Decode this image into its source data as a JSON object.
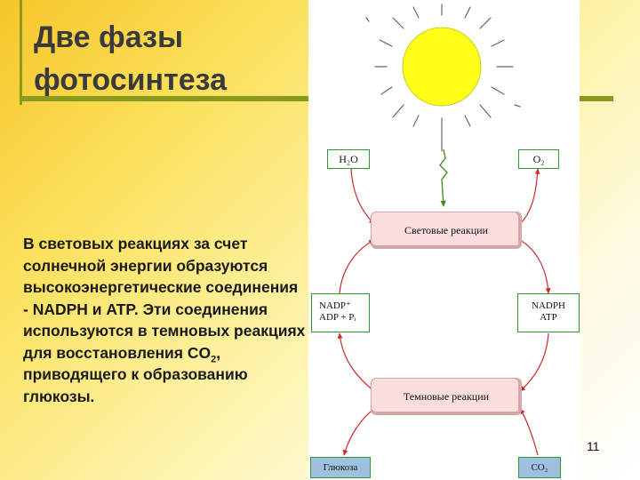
{
  "title": {
    "line1": "Две фазы",
    "line2": "фотосинтеза"
  },
  "body": {
    "text_pre": "В световых реакциях за счет солнечной энергии образуются высокоэнергетические соединения - NADPH и ATP. Эти соединения используются в темновых реакциях для восстановления CO",
    "co2_subscript": "2",
    "text_post": ", приводящего к образованию глюкозы."
  },
  "page_number": "11",
  "diagram": {
    "h2o": "H₂O",
    "o2": "O₂",
    "light_reactions": "Световые реакции",
    "nadp_adp_line1": "NADP⁺",
    "nadp_adp_line2": "ADP + Pᵢ",
    "nadph_atp_line1": "NADPH",
    "nadph_atp_line2": "ATP",
    "dark_reactions": "Темновые реакции",
    "glucose": "Глюкоза",
    "co2": "CO₂"
  },
  "colors": {
    "sun": "#ffff1a",
    "arrow": "#cc2a2a",
    "green_border": "#2e9a2e",
    "accent_line": "#8a9a1e"
  }
}
